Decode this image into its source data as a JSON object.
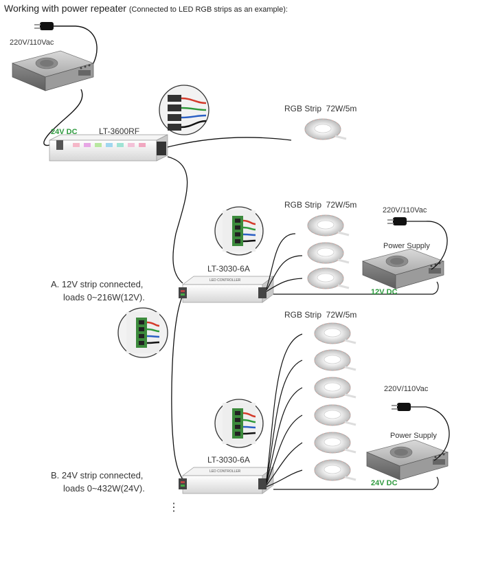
{
  "title": {
    "main": "Working with power repeater",
    "sub": "(Connected to LED RGB strips as an example):"
  },
  "top": {
    "mains_label": "220V/110Vac",
    "dc_label": "24V DC",
    "controller_model": "LT-3600RF",
    "strip_label": "RGB Strip  72W/5m"
  },
  "repeater_a": {
    "model": "LT-3030-6A",
    "device_text": "LED CONTROLLER",
    "strip_label": "RGB Strip  72W/5m",
    "mains_label": "220V/110Vac",
    "psu_label": "Power Supply",
    "dc_label": "12V DC",
    "note_line1": "A. 12V strip connected,",
    "note_line2": "loads 0~216W(12V)."
  },
  "repeater_b": {
    "model": "LT-3030-6A",
    "device_text": "LED CONTROLLER",
    "strip_label": "RGB Strip  72W/5m",
    "mains_label": "220V/110Vac",
    "psu_label": "Power Supply",
    "dc_label": "24V DC",
    "note_line1": "B. 24V strip connected,",
    "note_line2": "loads 0~432W(24V)."
  },
  "continuation": "⋮",
  "colors": {
    "accent_green": "#2e9a3e",
    "wire": "#111111",
    "wire_red": "#d43a2a",
    "wire_green": "#2f9a3a",
    "wire_blue": "#2a5fc4",
    "terminal_green": "#3c8a3c"
  }
}
